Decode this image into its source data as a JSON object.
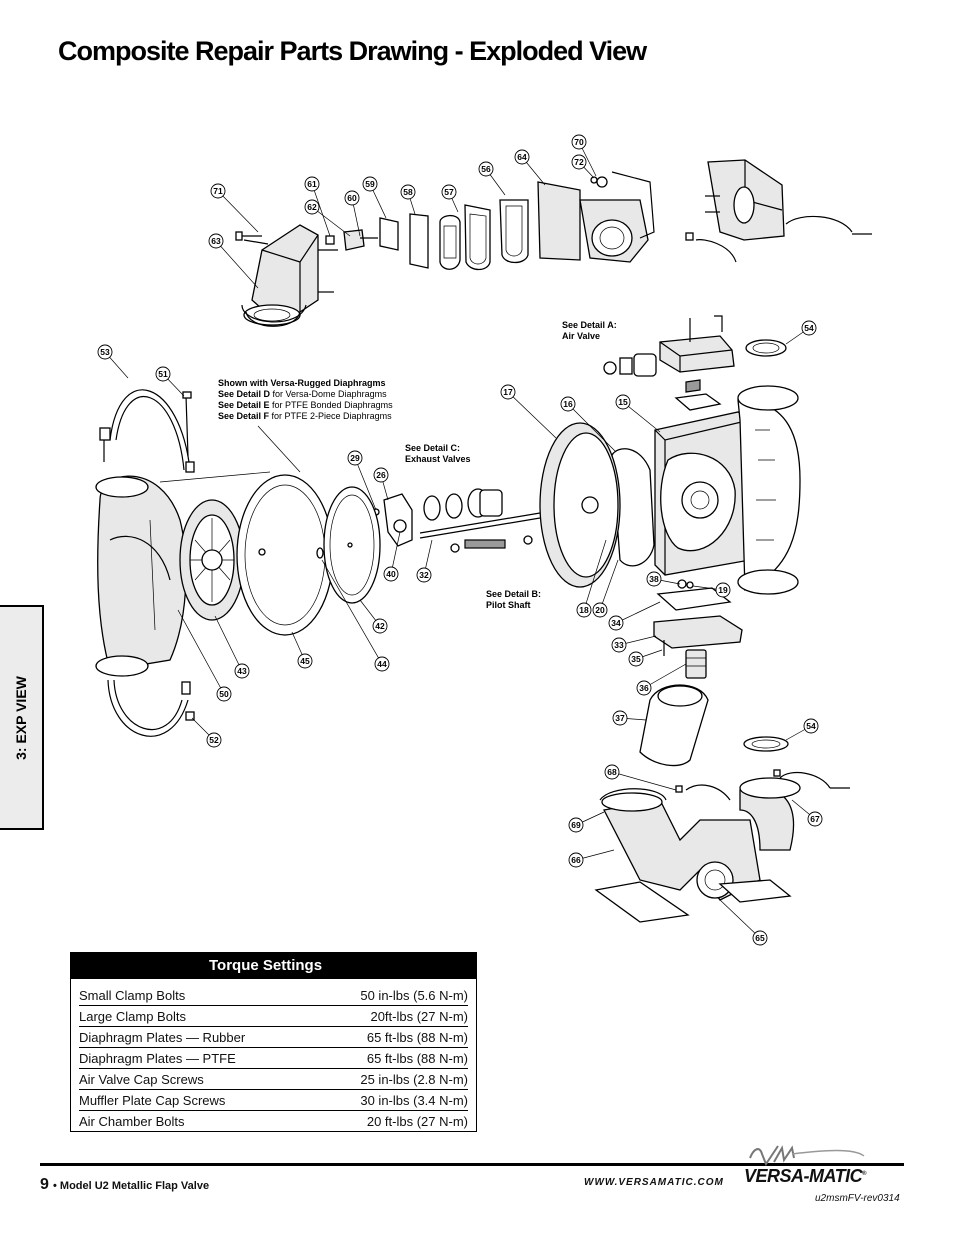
{
  "page": {
    "title": "Composite Repair Parts Drawing - Exploded View",
    "side_tab": "3: EXP VIEW"
  },
  "notes": {
    "diaphragm_heading": "Shown with Versa-Rugged Diaphragms",
    "detail_d_bold": "See Detail D",
    "detail_d_text": " for Versa-Dome Diaphragms",
    "detail_e_bold": "See Detail E",
    "detail_e_text": " for PTFE Bonded Diaphragms",
    "detail_f_bold": "See Detail F",
    "detail_f_text": " for PTFE 2-Piece Diaphragms",
    "detail_a_line1": "See Detail A:",
    "detail_a_line2": "Air Valve",
    "detail_b_line1": "See Detail B:",
    "detail_b_line2": "Pilot Shaft",
    "detail_c_line1": "See Detail C:",
    "detail_c_line2": "Exhaust Valves"
  },
  "callouts": [
    "70",
    "72",
    "64",
    "56",
    "71",
    "61",
    "59",
    "60",
    "58",
    "57",
    "62",
    "63",
    "53",
    "51",
    "54",
    "17",
    "16",
    "15",
    "29",
    "26",
    "40",
    "32",
    "42",
    "45",
    "44",
    "43",
    "50",
    "52",
    "38",
    "19",
    "18",
    "20",
    "34",
    "33",
    "35",
    "36",
    "37",
    "68",
    "69",
    "66",
    "65",
    "67"
  ],
  "torque": {
    "title": "Torque Settings",
    "rows": [
      {
        "label": "Small Clamp Bolts",
        "value": "50 in-lbs (5.6 N-m)"
      },
      {
        "label": "Large Clamp Bolts",
        "value": "20ft-lbs (27 N-m)"
      },
      {
        "label": "Diaphragm Plates — Rubber",
        "value": "65 ft-lbs (88 N-m)"
      },
      {
        "label": "Diaphragm Plates — PTFE",
        "value": "65 ft-lbs (88 N-m)"
      },
      {
        "label": "Air Valve Cap Screws",
        "value": "25 in-lbs (2.8 N-m)"
      },
      {
        "label": "Muffler Plate Cap Screws",
        "value": "30 in-lbs (3.4 N-m)"
      },
      {
        "label": "Air Chamber Bolts",
        "value": "20 ft-lbs (27 N-m)"
      }
    ]
  },
  "footer": {
    "page_number": "9",
    "model": "• Model U2 Metallic Flap Valve",
    "url": "WWW.VERSAMATIC.COM",
    "brand": "VERSA-MATIC",
    "registered": "®",
    "revision": "u2msmFV-rev0314"
  }
}
